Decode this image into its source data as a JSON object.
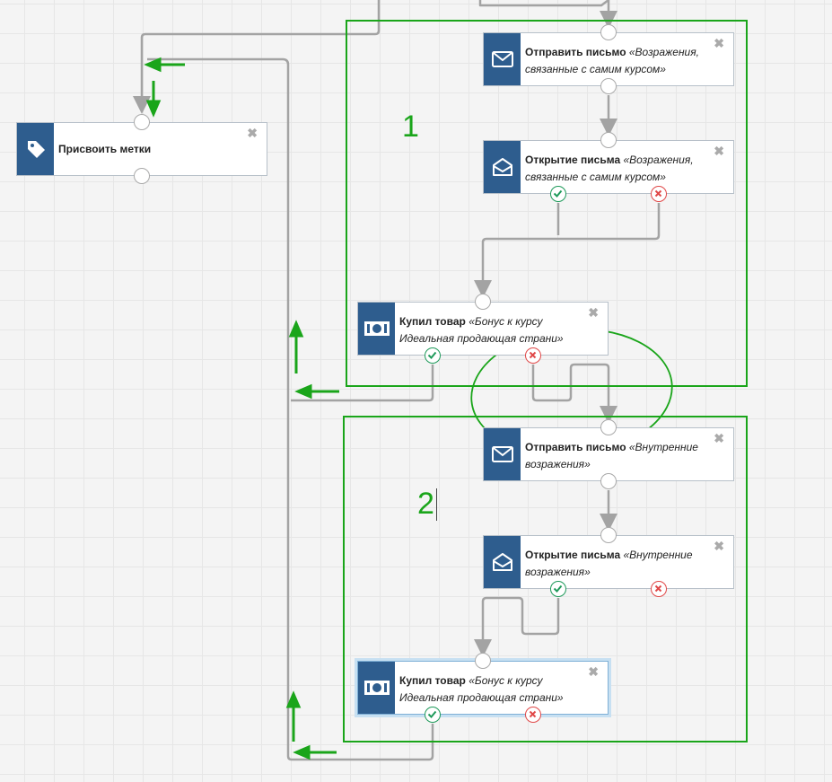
{
  "colors": {
    "node_icon": "#2e5d8e",
    "wire": "#a3a3a3",
    "annotation": "#1aa51a",
    "port_ok": "#1e9a5a",
    "port_no": "#e04848"
  },
  "nodes": [
    {
      "id": "tags",
      "icon": "tag-icon",
      "title": "Присвоить метки",
      "subtitle": "",
      "close": "✖",
      "selected": false
    },
    {
      "id": "send1",
      "icon": "envelope-icon",
      "title": "Отправить письмо",
      "subtitle": "«Возражения, связанные с самим курсом»",
      "close": "✖",
      "selected": false
    },
    {
      "id": "open1",
      "icon": "envelope-open-icon",
      "title": "Открытие письма",
      "subtitle": "«Возражения, связанные с самим курсом»",
      "close": "✖",
      "selected": false
    },
    {
      "id": "buy1",
      "icon": "money-icon",
      "title": "Купил товар",
      "subtitle": "«Бонус к курсу Идеальная продающая страни»",
      "close": "✖",
      "selected": false
    },
    {
      "id": "send2",
      "icon": "envelope-icon",
      "title": "Отправить письмо",
      "subtitle": "«Внутренние возражения»",
      "close": "✖",
      "selected": false
    },
    {
      "id": "open2",
      "icon": "envelope-open-icon",
      "title": "Открытие письма",
      "subtitle": "«Внутренние возражения»",
      "close": "✖",
      "selected": false
    },
    {
      "id": "buy2",
      "icon": "money-icon",
      "title": "Купил товар",
      "subtitle": "«Бонус к курсу Идеальная продающая страни»",
      "close": "✖",
      "selected": true
    }
  ],
  "annotations": {
    "group1_label": "1",
    "group2_label": "2"
  }
}
